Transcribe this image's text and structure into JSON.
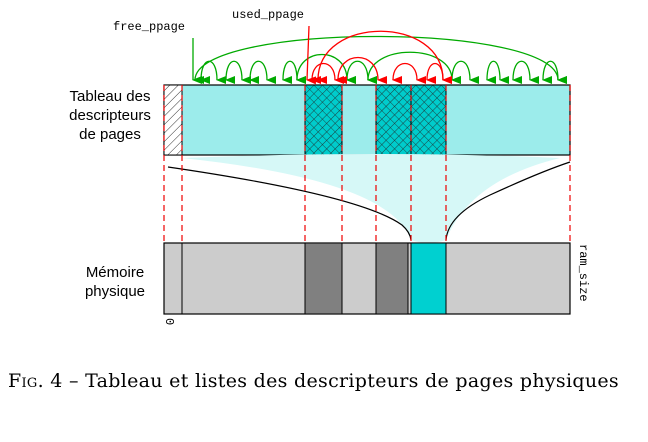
{
  "labels": {
    "table": [
      "Tableau des",
      "descripteurs",
      "de pages"
    ],
    "memory": [
      "Mémoire",
      "physique"
    ],
    "free_ppage": "free_ppage",
    "used_ppage": "used_ppage",
    "zero": "0",
    "ram_size": "ram_size"
  },
  "caption": {
    "fig": "Fig. 4",
    "text": " – Tableau et listes des descripteurs de pages physiques"
  },
  "colors": {
    "free_list": "#00aa00",
    "used_list": "#ff0000",
    "descriptor": "#9ceceb",
    "used": "#00cccc",
    "memory": "#cccccc",
    "memory_used": "#808080"
  }
}
